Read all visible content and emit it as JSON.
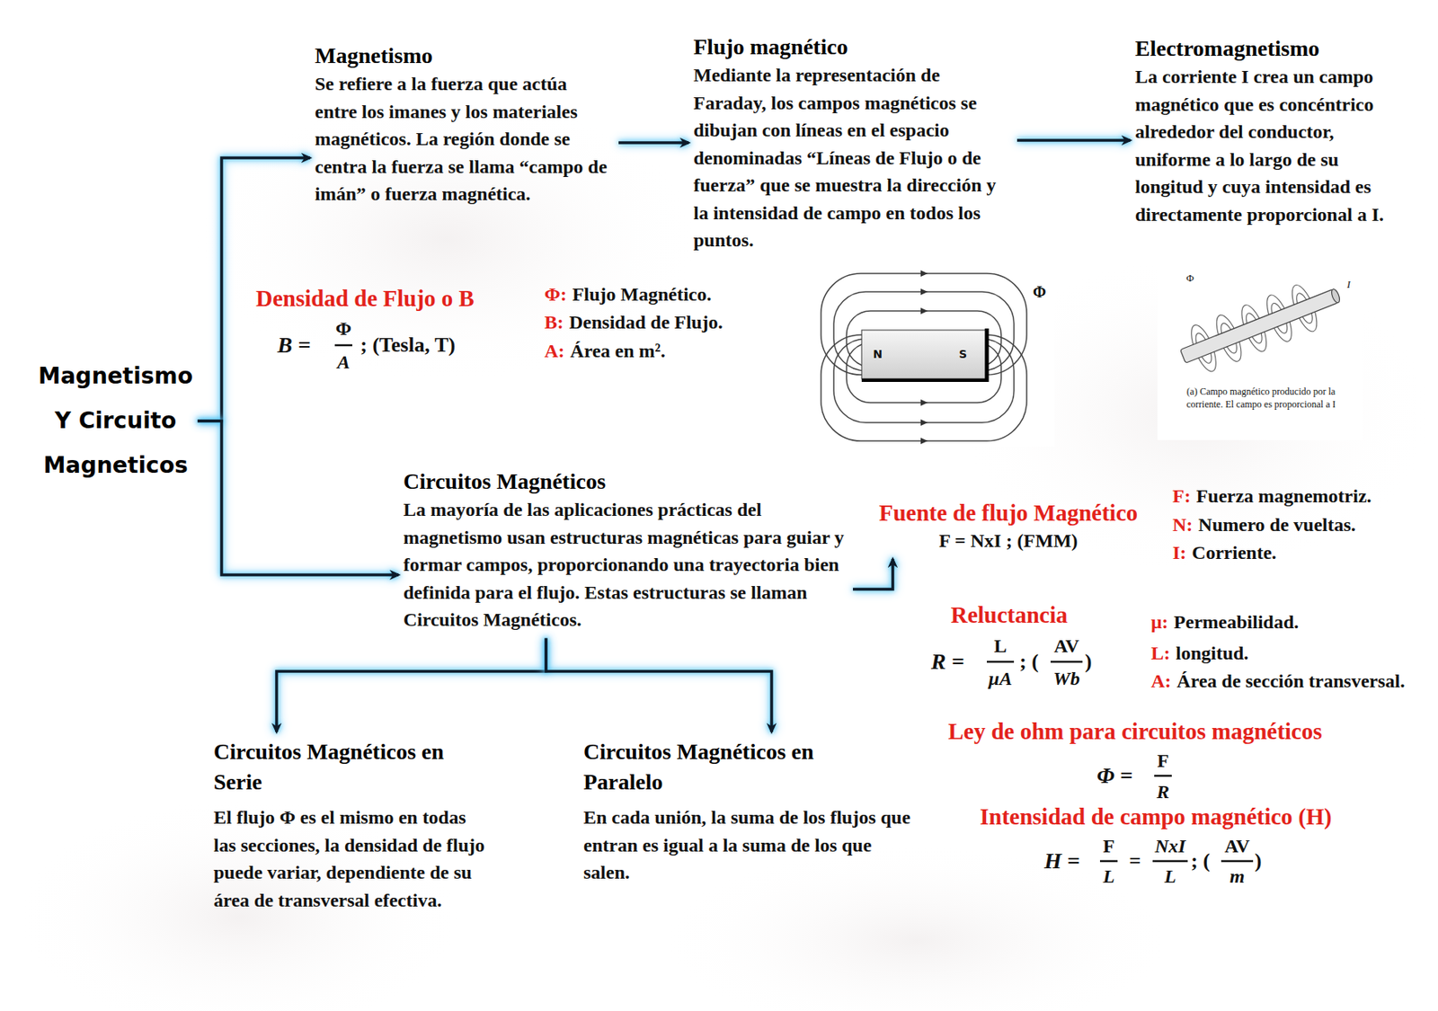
{
  "diagram": {
    "nodes": [
      {
        "text": [
          "Magnetismo Y Circuito Magneticos"
        ]
      },
      {
        "text": [
          "Magnetismo",
          "Se refiere a la fuerza que actúa entre los imanes y los materiales magnéticos. La región donde se centra la fuerza se llama “campo de imán” o fuerza magnética."
        ]
      },
      {
        "text": [
          "Flujo magnético",
          "Mediante la representación de Faraday, los campos magnéticos se dibujan con líneas en el espacio denominadas “Líneas de Flujo o de fuerza” que se muestra la dirección y la intensidad de campo en todos los puntos."
        ]
      },
      {
        "text": [
          "Electromagnetismo",
          "La corriente I crea un campo magnético que es concéntrico alrededor del conductor, uniforme a lo largo de su longitud y cuya intensidad es directamente proporcional a I."
        ]
      },
      {
        "text": [
          "Circuitos Magnéticos",
          "La mayoría de las aplicaciones prácticas del magnetismo usan estructuras magnéticas para guiar y formar campos, proporcionando una trayectoria bien definida para el flujo. Estas estructuras se llaman Circuitos Magnéticos."
        ]
      },
      {
        "text": [
          "Fuente de flujo Magnético",
          "F = NxI ; (FMM)"
        ]
      },
      {
        "text": [
          "Circuitos Magnéticos en Serie",
          "El flujo Φ es el mismo en todas las secciones, la densidad de flujo puede variar, dependiente de su área de transversal efectiva."
        ]
      },
      {
        "text": [
          "Circuitos Magnéticos en Paralelo",
          "En cada unión, la suma de los flujos que entran es igual a la suma de los que salen."
        ]
      }
    ],
    "edges": [
      {
        "from": 0,
        "to": 1,
        "arrow": "to"
      },
      {
        "from": 0,
        "to": 4,
        "arrow": "to"
      },
      {
        "from": 1,
        "to": 2,
        "arrow": "to"
      },
      {
        "from": 2,
        "to": 3,
        "arrow": "to"
      },
      {
        "from": 4,
        "to": 5,
        "arrow": "to"
      },
      {
        "from": 4,
        "to": 6,
        "arrow": "to"
      },
      {
        "from": 4,
        "to": 7,
        "arrow": "to"
      }
    ],
    "labels": [
      "Densidad de Flujo o B",
      "B =",
      "Φ",
      "A",
      "; (Tesla, T)",
      "Φ:",
      "Flujo Magnético.",
      "B:",
      "Densidad de Flujo.",
      "A:",
      "Área en m².",
      "N",
      "S",
      "Φ",
      "Φ",
      "I",
      "(a) Campo magnético producido por la corriente. El campo es proporcional a I",
      "F:",
      "Fuerza magnemotriz.",
      "N:",
      "Numero de vueltas.",
      "I:",
      "Corriente.",
      "Reluctancia",
      "R =",
      "L",
      "μA",
      "; (",
      "AV",
      "Wb",
      ")",
      "μ:",
      "Permeabilidad.",
      "L:",
      "longitud.",
      "A:",
      "Área de sección transversal.",
      "Ley de ohm para circuitos magnéticos",
      "Φ =",
      "F",
      "R",
      "Intensidad de campo magnético (H)",
      "H =",
      "F",
      "L",
      "=",
      "NxI",
      "L",
      "; (",
      "AV",
      "m",
      ")"
    ]
  }
}
